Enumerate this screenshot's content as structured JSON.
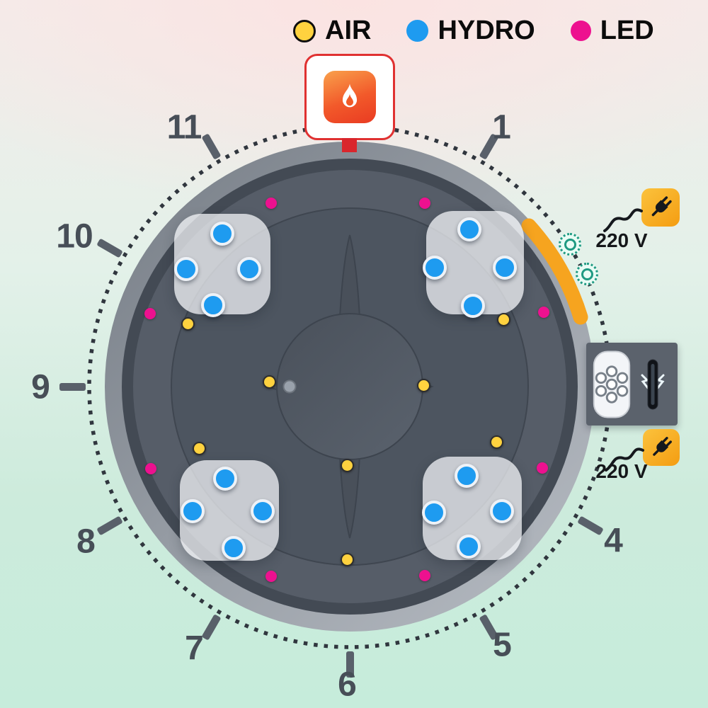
{
  "legend": {
    "items": [
      {
        "label": "AIR",
        "color": "#FFD23F"
      },
      {
        "label": "HYDRO",
        "color": "#1E9BF0"
      },
      {
        "label": "LED",
        "color": "#ED118F"
      }
    ]
  },
  "clock": {
    "numbers": [
      "11",
      "1",
      "10",
      "9",
      "8",
      "7",
      "6",
      "5",
      "4"
    ]
  },
  "power": {
    "top_label": "220 V",
    "bottom_label": "220 V"
  },
  "equipment": {
    "heater_icon": "flame-icon",
    "pump_icon": "pump-icon",
    "uv_lamp_icon": "uv-lamp-icon",
    "plug_icon": "power-plug-icon",
    "knob_icon": "flow-knob-icon",
    "panel_arc_color": "#F6A41F",
    "heater_accent": "#E03131"
  },
  "counts": {
    "seats": 4,
    "hydro_jets": 16,
    "air_jets": 8,
    "led_lights": 8
  }
}
